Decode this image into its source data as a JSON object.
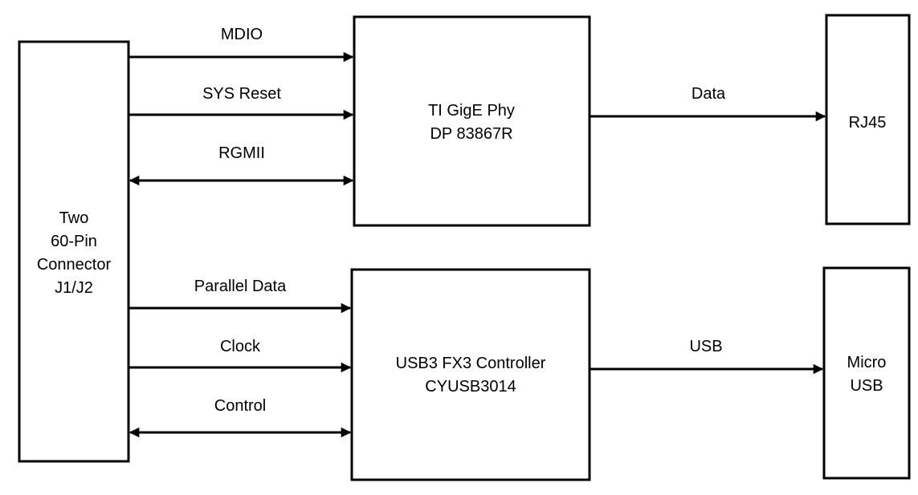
{
  "blocks": {
    "connector": {
      "lines": [
        "Two",
        "60-Pin",
        "Connector",
        "J1/J2"
      ]
    },
    "phy": {
      "lines": [
        "TI GigE Phy",
        "DP 83867R"
      ]
    },
    "rj45": {
      "lines": [
        "RJ45"
      ]
    },
    "usb_ctrl": {
      "lines": [
        "USB3 FX3 Controller",
        "CYUSB3014"
      ]
    },
    "micro_usb": {
      "lines": [
        "Micro",
        "USB"
      ]
    }
  },
  "signals": {
    "mdio": "MDIO",
    "sys_reset": "SYS Reset",
    "rgmii": "RGMII",
    "data": "Data",
    "parallel_data": "Parallel Data",
    "clock": "Clock",
    "control": "Control",
    "usb": "USB"
  },
  "colors": {
    "stroke": "#000000",
    "background": "#ffffff"
  }
}
